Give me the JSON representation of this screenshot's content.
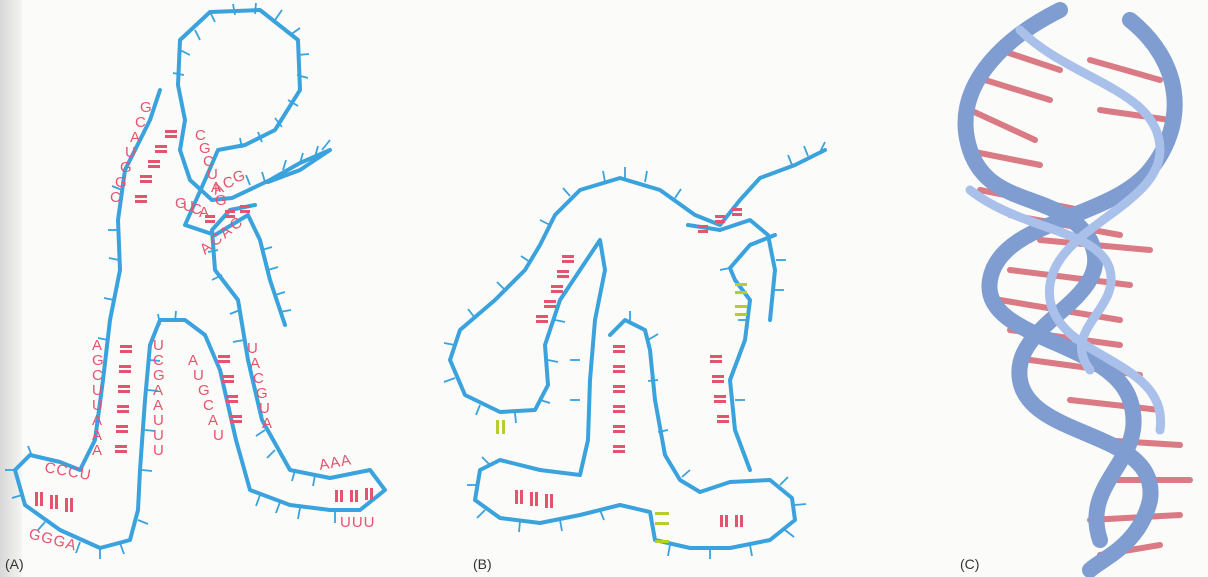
{
  "panels": {
    "a": {
      "label": "(A)"
    },
    "b": {
      "label": "(B)"
    },
    "c": {
      "label": "(C)"
    }
  },
  "sequence_labels": {
    "top_left": [
      "G",
      "C",
      "A",
      "U",
      "G",
      "G",
      "C"
    ],
    "top_right": [
      "C",
      "G",
      "C",
      "U",
      "A",
      "G"
    ],
    "mid_acg": [
      "A",
      "C",
      "G"
    ],
    "mid_uca": [
      "G",
      "U",
      "C",
      "A"
    ],
    "acac": [
      "A",
      "C",
      "A",
      "C"
    ],
    "left_stem": [
      "A",
      "G",
      "C",
      "U",
      "U",
      "A",
      "A",
      "A"
    ],
    "center_stem1": [
      "U",
      "C",
      "G",
      "A",
      "A",
      "U",
      "U",
      "U"
    ],
    "center_stem2": [
      "A",
      "U",
      "G",
      "C",
      "A",
      "U"
    ],
    "right_stem": [
      "U",
      "A",
      "C",
      "G",
      "U",
      "A"
    ],
    "cccu": "CCCU",
    "ggga": "GGGA",
    "aaa": "AAA",
    "uuu": "UUU"
  },
  "colors": {
    "backbone": "#3aa2dd",
    "base_pair": "#e5546f",
    "tertiary_pair": "#b8cc2e",
    "ribbon": "#7f9dd0"
  }
}
